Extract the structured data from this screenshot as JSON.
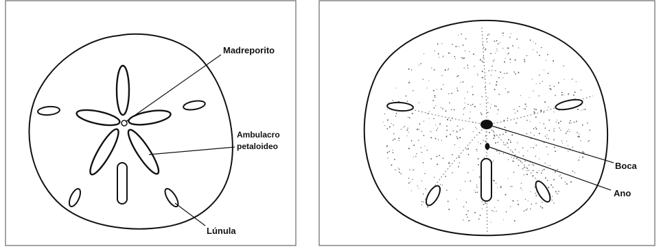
{
  "left_figure": {
    "labels": {
      "madreporito": "Madreporito",
      "ambulacro_line1": "Ambulacro",
      "ambulacro_line2": "petaloideo",
      "lunula": "Lúnula"
    }
  },
  "right_figure": {
    "labels": {
      "boca": "Boca",
      "ano": "Ano"
    }
  }
}
